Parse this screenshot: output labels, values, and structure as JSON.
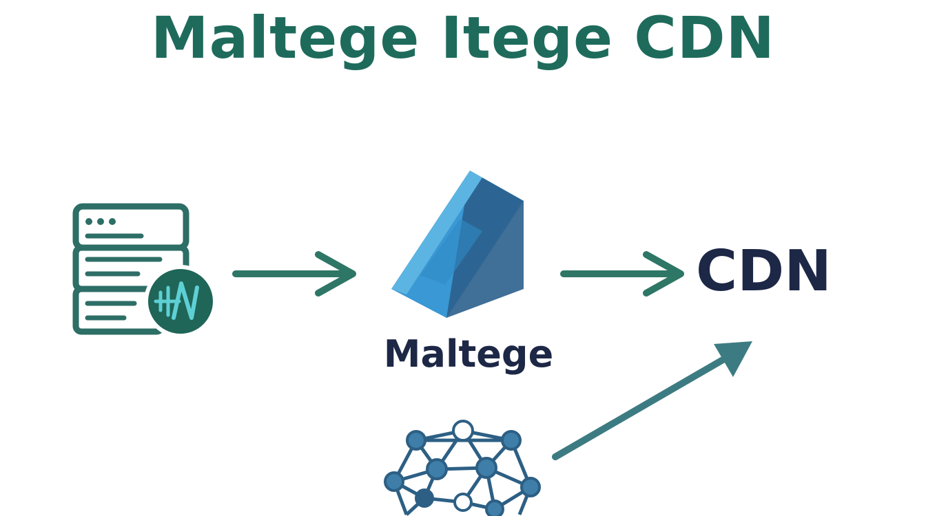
{
  "title": "Maltege Itege CDN",
  "nodes": {
    "center_label": "Maltege",
    "target_label": "CDN"
  },
  "colors": {
    "title": "#1e6b5c",
    "arrow": "#2e7665",
    "arrow_diagonal": "#3d7b82",
    "dark_text": "#1d2746",
    "server": "#2d6e66",
    "badge": "#1f6658",
    "badge_glyph": "#5ed0d5",
    "wedge_face": "#3a98d4",
    "wedge_top": "#5cb4e2",
    "wedge_side": "#2b5f8c",
    "network_node": "#3e7ea8",
    "network_node_light": "#ffffff",
    "network_edge": "#2d5f84"
  },
  "icons": {
    "server": "server-window-icon",
    "badge": "waveform-badge-icon",
    "wedge": "wedge-prism-icon",
    "network": "network-mesh-icon"
  }
}
